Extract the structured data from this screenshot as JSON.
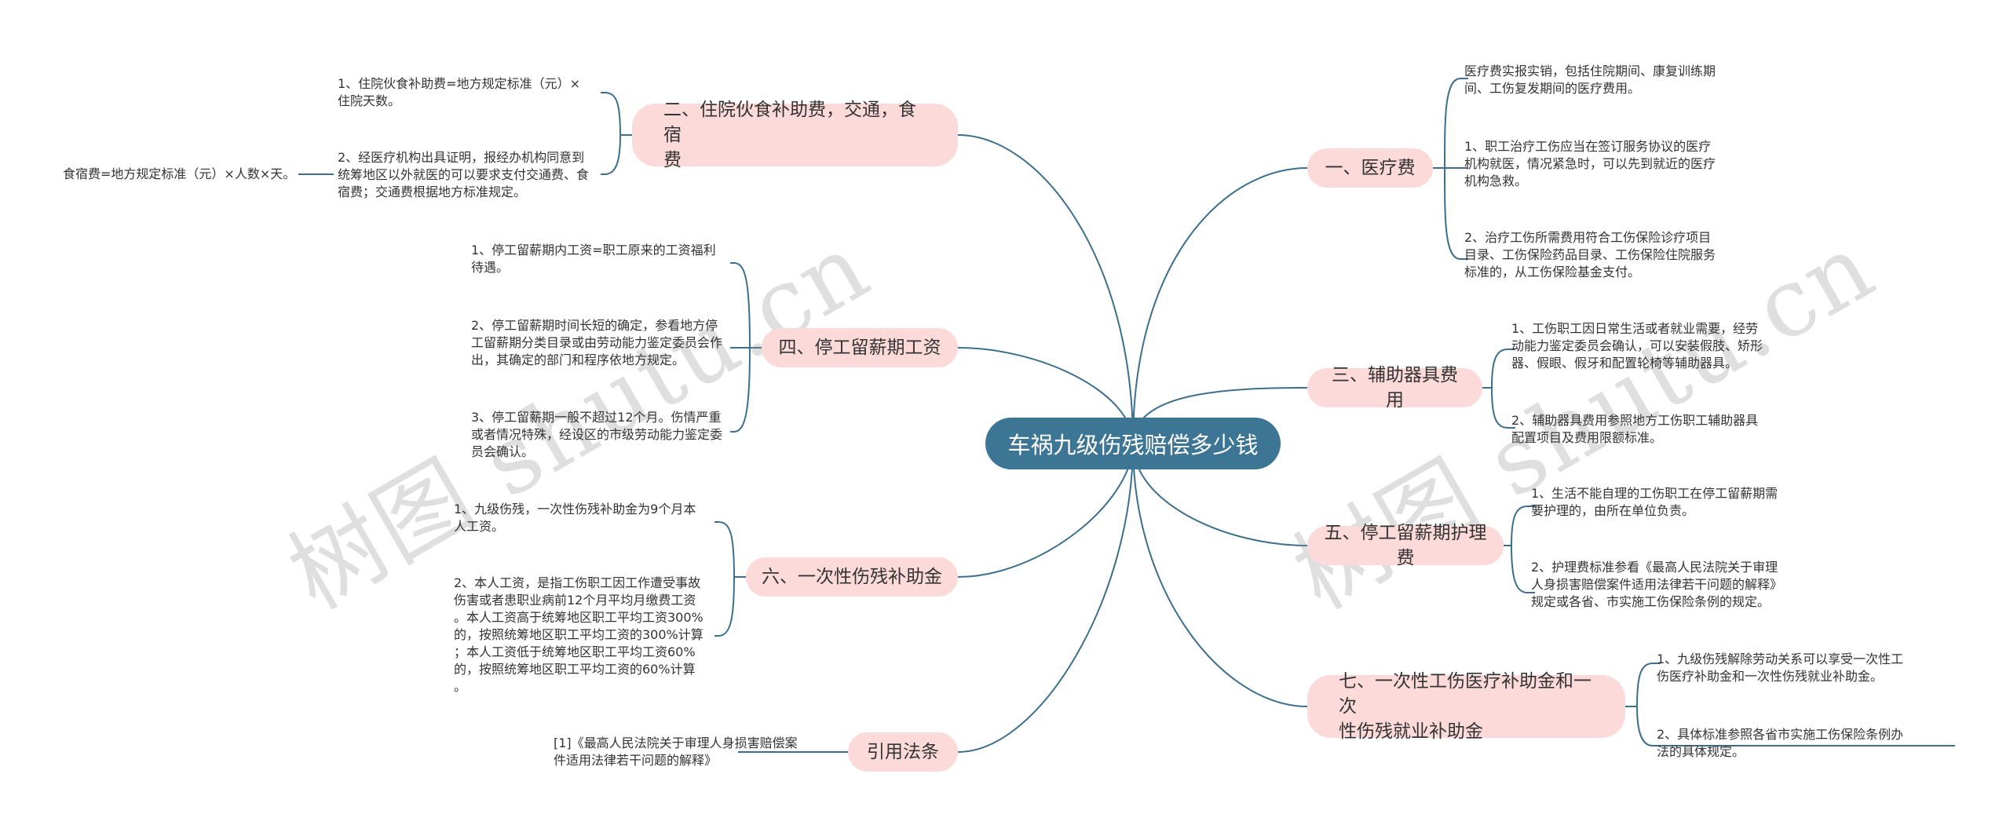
{
  "watermark": "树图 shutu.cn",
  "colors": {
    "center_bg": "#3d7594",
    "branch_bg": "#fcdada",
    "edge": "#3d6f8c"
  },
  "center": "车祸九级伤残赔偿多少钱",
  "branches": {
    "b2": {
      "label": "二、住院伙食补助费，交通，食宿\n费",
      "leaves": [
        "1、住院伙食补助费=地方规定标准（元）×\n住院天数。",
        "2、经医疗机构出具证明，报经办机构同意到\n统筹地区以外就医的可以要求支付交通费、食\n宿费；交通费根据地方标准规定。"
      ],
      "subleaf": "食宿费=地方规定标准（元）×人数×天。"
    },
    "b4": {
      "label": "四、停工留薪期工资",
      "leaves": [
        "1、停工留薪期内工资=职工原来的工资福利\n待遇。",
        "2、停工留薪期时间长短的确定，参看地方停\n工留薪期分类目录或由劳动能力鉴定委员会作\n出，其确定的部门和程序依地方规定。",
        "3、停工留薪期一般不超过12个月。伤情严重\n或者情况特殊，经设区的市级劳动能力鉴定委\n员会确认。"
      ]
    },
    "b6": {
      "label": "六、一次性伤残补助金",
      "leaves": [
        "1、九级伤残，一次性伤残补助金为9个月本\n人工资。",
        "2、本人工资，是指工伤职工因工作遭受事故\n伤害或者患职业病前12个月平均月缴费工资\n。本人工资高于统筹地区职工平均工资300%\n的，按照统筹地区职工平均工资的300%计算\n；本人工资低于统筹地区职工平均工资60%\n的，按照统筹地区职工平均工资的60%计算\n。"
      ]
    },
    "ref": {
      "label": "引用法条",
      "leaves": [
        "[1]《最高人民法院关于审理人身损害赔偿案\n件适用法律若干问题的解释》"
      ]
    },
    "b1": {
      "label": "一、医疗费",
      "leaves": [
        "医疗费实报实销，包括住院期间、康复训练期\n间、工伤复发期间的医疗费用。",
        "1、职工治疗工伤应当在签订服务协议的医疗\n机构就医，情况紧急时，可以先到就近的医疗\n机构急救。",
        "2、治疗工伤所需费用符合工伤保险诊疗项目\n目录、工伤保险药品目录、工伤保险住院服务\n标准的，从工伤保险基金支付。"
      ]
    },
    "b3": {
      "label": "三、辅助器具费用",
      "leaves": [
        "1、工伤职工因日常生活或者就业需要，经劳\n动能力鉴定委员会确认，可以安装假肢、矫形\n器、假眼、假牙和配置轮椅等辅助器具。",
        "2、辅助器具费用参照地方工伤职工辅助器具\n配置项目及费用限额标准。"
      ]
    },
    "b5": {
      "label": "五、停工留薪期护理费",
      "leaves": [
        "1、生活不能自理的工伤职工在停工留薪期需\n要护理的，由所在单位负责。",
        "2、护理费标准参看《最高人民法院关于审理\n人身损害赔偿案件适用法律若干问题的解释》\n规定或各省、市实施工伤保险条例的规定。"
      ]
    },
    "b7": {
      "label": "七、一次性工伤医疗补助金和一次\n性伤残就业补助金",
      "leaves": [
        "1、九级伤残解除劳动关系可以享受一次性工\n伤医疗补助金和一次性伤残就业补助金。",
        "2、具体标准参照各省市实施工伤保险条例办\n法的具体规定。"
      ]
    }
  }
}
